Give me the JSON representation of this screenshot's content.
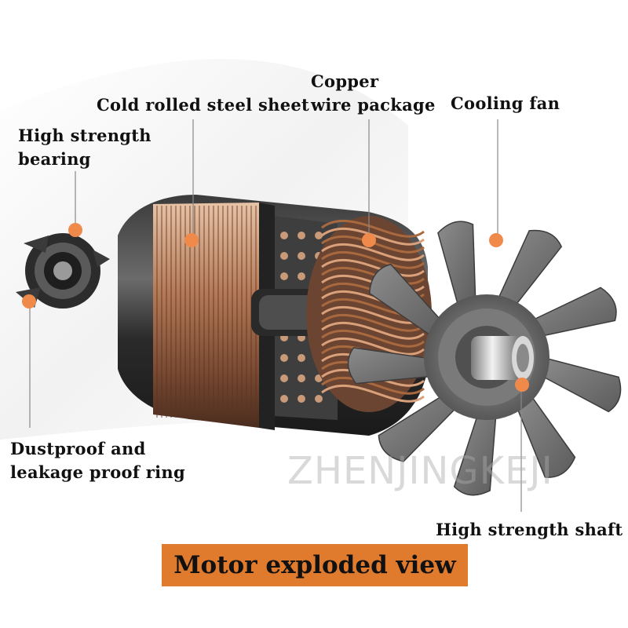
{
  "labels": {
    "copper_line1": "Copper",
    "copper_line2": "wire package",
    "steel": "Cold rolled steel sheet",
    "fan": "Cooling fan",
    "bearing_line1": "High strength",
    "bearing_line2": "bearing",
    "ring_line1": "Dustproof and",
    "ring_line2": "leakage proof ring",
    "shaft": "High strength shaft"
  },
  "title": "Motor exploded view",
  "watermark": "ZHENJINGKEJI",
  "colors": {
    "accent": "#e07a2c",
    "marker": "#f08a4b",
    "leader": "#888888",
    "text": "#111111"
  }
}
